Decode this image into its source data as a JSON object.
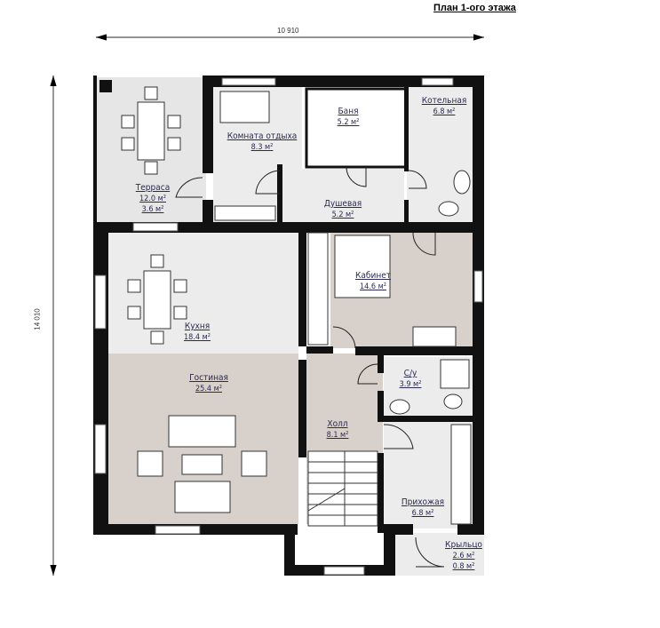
{
  "title": "План 1-ого этажа",
  "dimensions": {
    "width": "10 910",
    "height": "14 010"
  },
  "rooms": [
    {
      "name": "Терраса",
      "area": "12.0 м²",
      "area2": "3.6 м²"
    },
    {
      "name": "Комната отдыха",
      "area": "8.3 м²"
    },
    {
      "name": "Баня",
      "area": "5.2 м²"
    },
    {
      "name": "Котельная",
      "area": "6.8 м²"
    },
    {
      "name": "Душевая",
      "area": "5.2 м²"
    },
    {
      "name": "Кухня",
      "area": "18.4 м²"
    },
    {
      "name": "Кабинет",
      "area": "14.6 м²"
    },
    {
      "name": "Гостиная",
      "area": "25.4 м²"
    },
    {
      "name": "С/у",
      "area": "3.9 м²"
    },
    {
      "name": "Холл",
      "area": "8.1 м²"
    },
    {
      "name": "Прихожая",
      "area": "6.8 м²"
    },
    {
      "name": "Крыльцо",
      "area": "2.6 м²",
      "area2": "0.8 м²"
    }
  ],
  "colors": {
    "wall": "#111111",
    "tile": "#ececec",
    "wood": "#d8d0cb",
    "terrace": "#e6e6e6"
  }
}
